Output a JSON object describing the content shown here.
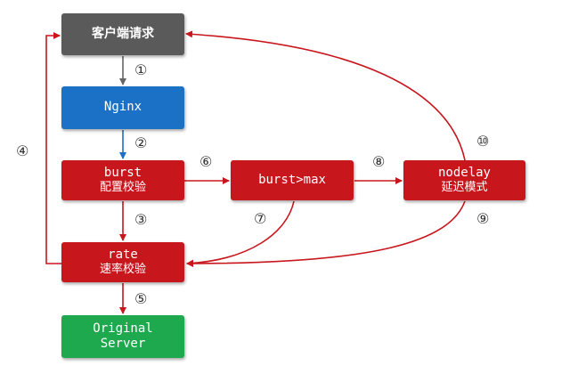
{
  "nodes": {
    "client": {
      "line1": "客户端请求"
    },
    "nginx": {
      "line1": "Nginx"
    },
    "burst": {
      "line1": "burst",
      "line2": "配置校验"
    },
    "burst_max": {
      "line1": "burst>max"
    },
    "nodelay": {
      "line1": "nodelay",
      "line2": "延迟模式"
    },
    "rate": {
      "line1": "rate",
      "line2": "速率校验"
    },
    "origin": {
      "line1": "Original",
      "line2": "Server"
    }
  },
  "steps": {
    "s1": "①",
    "s2": "②",
    "s3": "③",
    "s4": "④",
    "s5": "⑤",
    "s6": "⑥",
    "s7": "⑦",
    "s8": "⑧",
    "s9": "⑨",
    "s10": "⑩"
  },
  "colors": {
    "client": "#5a5a5a",
    "nginx": "#1b71c6",
    "process": "#c8161d",
    "origin": "#1ea94f",
    "arrow_main": "#c8161d",
    "arrow_gray": "#666666",
    "arrow_blue": "#1b71c6"
  }
}
